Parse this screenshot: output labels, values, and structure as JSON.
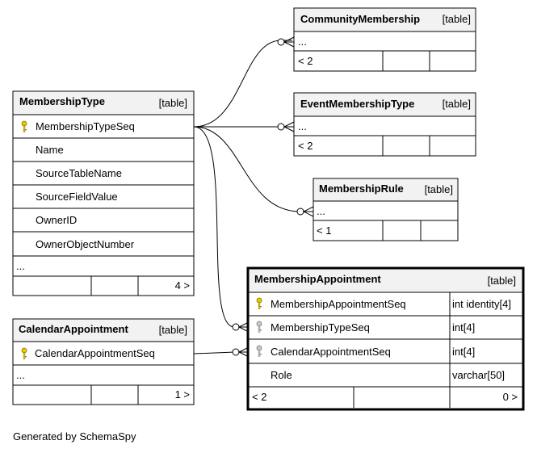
{
  "tables": {
    "community_membership": {
      "name": "CommunityMembership",
      "kind": "[table]",
      "rows": [
        "..."
      ],
      "footer": {
        "left": "< 2",
        "right": ""
      }
    },
    "event_membership_type": {
      "name": "EventMembershipType",
      "kind": "[table]",
      "rows": [
        "..."
      ],
      "footer": {
        "left": "< 2",
        "right": ""
      }
    },
    "membership_rule": {
      "name": "MembershipRule",
      "kind": "[table]",
      "rows": [
        "..."
      ],
      "footer": {
        "left": "< 1",
        "right": ""
      }
    },
    "membership_type": {
      "name": "MembershipType",
      "kind": "[table]",
      "columns": [
        {
          "name": "MembershipTypeSeq",
          "key": "primary-key-icon"
        },
        {
          "name": "Name"
        },
        {
          "name": "SourceTableName"
        },
        {
          "name": "SourceFieldValue"
        },
        {
          "name": "OwnerID"
        },
        {
          "name": "OwnerObjectNumber"
        }
      ],
      "more": "...",
      "footer": {
        "left": "",
        "right": "4 >"
      }
    },
    "calendar_appointment": {
      "name": "CalendarAppointment",
      "kind": "[table]",
      "columns": [
        {
          "name": "CalendarAppointmentSeq",
          "key": "primary-key-icon"
        }
      ],
      "more": "...",
      "footer": {
        "left": "",
        "right": "1 >"
      }
    },
    "membership_appointment": {
      "name": "MembershipAppointment",
      "kind": "[table]",
      "columns": [
        {
          "name": "MembershipAppointmentSeq",
          "type": "int identity[4]",
          "key": "primary-key-icon"
        },
        {
          "name": "MembershipTypeSeq",
          "type": "int[4]",
          "key": "foreign-key-icon"
        },
        {
          "name": "CalendarAppointmentSeq",
          "type": "int[4]",
          "key": "foreign-key-icon"
        },
        {
          "name": "Role",
          "type": "varchar[50]"
        }
      ],
      "footer": {
        "left": "< 2",
        "right": "0 >"
      }
    }
  },
  "colors": {
    "header_bg": "#f2f2f2",
    "primary_key": "#e6c800",
    "foreign_key": "#a0a0a0"
  },
  "footer_text": "Generated by SchemaSpy"
}
